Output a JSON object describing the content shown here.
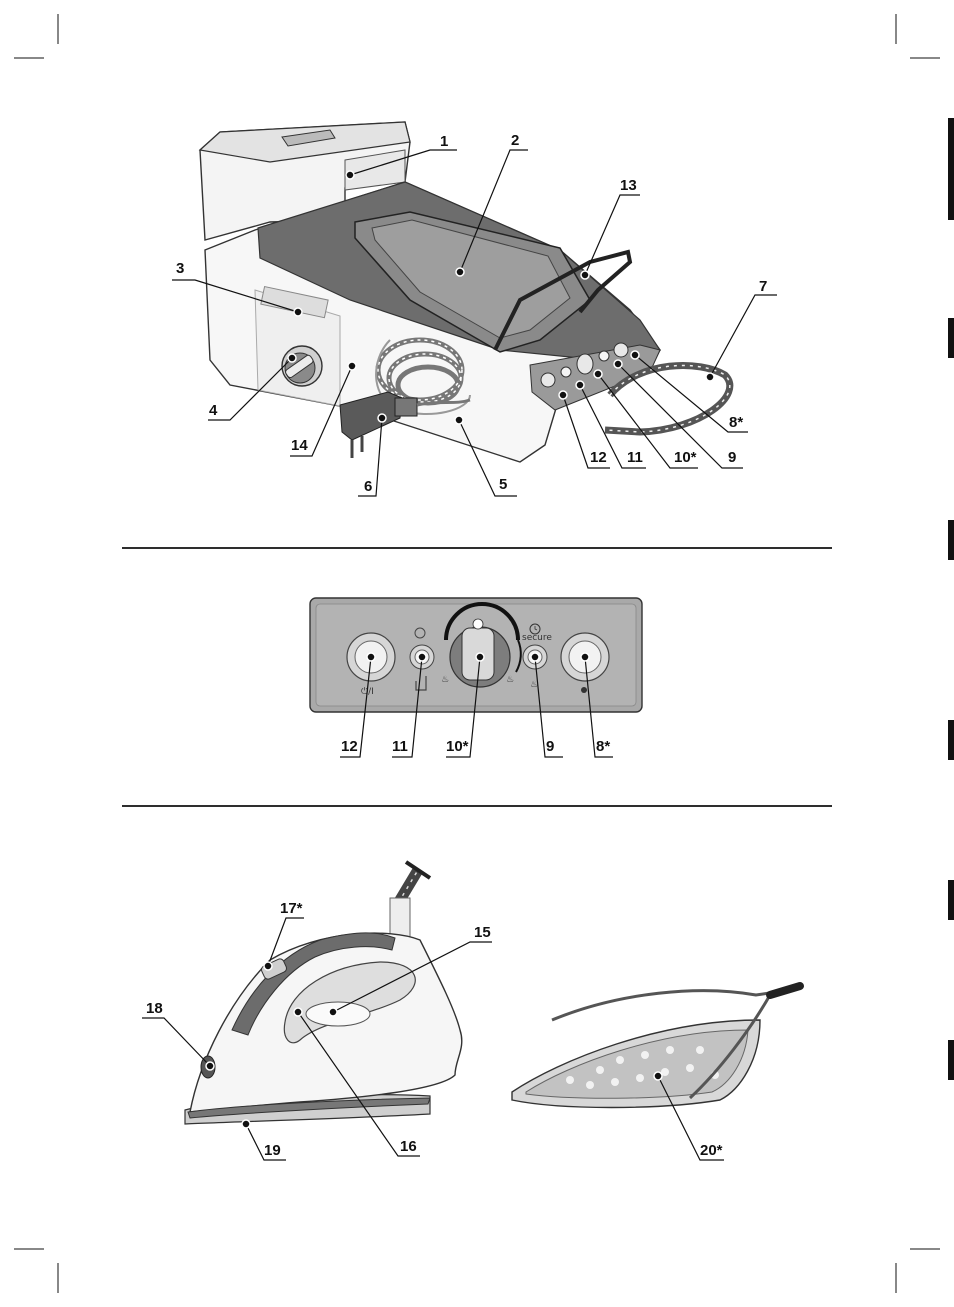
{
  "station_labels": [
    {
      "id": "l1",
      "text": "1"
    },
    {
      "id": "l2",
      "text": "2"
    },
    {
      "id": "l13",
      "text": "13"
    },
    {
      "id": "l7",
      "text": "7"
    },
    {
      "id": "l3",
      "text": "3"
    },
    {
      "id": "l4",
      "text": "4"
    },
    {
      "id": "l14",
      "text": "14"
    },
    {
      "id": "l6",
      "text": "6"
    },
    {
      "id": "l5",
      "text": "5"
    },
    {
      "id": "l12",
      "text": "12"
    },
    {
      "id": "l11",
      "text": "11"
    },
    {
      "id": "l10",
      "text": "10*"
    },
    {
      "id": "l9",
      "text": "9"
    },
    {
      "id": "l8",
      "text": "8*"
    }
  ],
  "panel_labels": [
    "12",
    "11",
    "10*",
    "9",
    "8*"
  ],
  "panel_symbols": {
    "power": "⏻/I",
    "secure": "secure"
  },
  "iron_labels": {
    "l17": "17*",
    "l15": "15",
    "l18": "18",
    "l16": "16",
    "l19": "19",
    "l20": "20*"
  }
}
